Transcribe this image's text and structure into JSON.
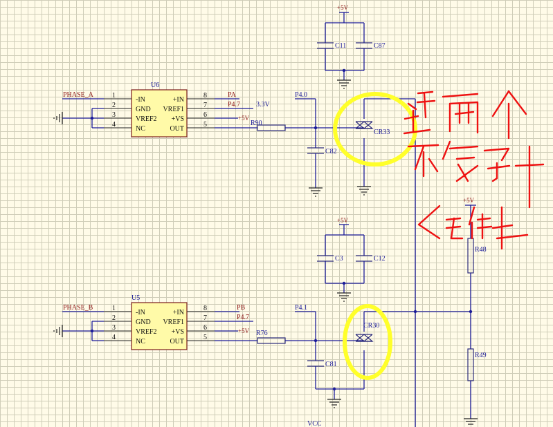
{
  "nets": {
    "phase_a": "PHASE_A",
    "phase_b": "PHASE_B",
    "pa": "PA",
    "pb": "PB",
    "p47_top": "P4.7",
    "p47_bot": "P4.7",
    "v33": "3.3V",
    "p40": "P4.0",
    "p41": "P4.1",
    "vcc": "VCC"
  },
  "power": {
    "p5v_c11": "+5V",
    "p5v_c3": "+5V",
    "p5v_u6": "+5V",
    "p5v_u5": "+5V",
    "p5v_r48": "+5V"
  },
  "components": {
    "u6": "U6",
    "u5": "U5",
    "r90": "R90",
    "r76": "R76",
    "c82": "C82",
    "c81": "C81",
    "c11": "C11",
    "c87": "C87",
    "c3": "C3",
    "c12": "C12",
    "cr33": "CR33",
    "cr30": "CR30",
    "r48": "R48",
    "r49": "R49"
  },
  "ic_pins": {
    "left_numbers": [
      "1",
      "2",
      "3",
      "4"
    ],
    "left_names": [
      "-IN",
      "GND",
      "VREF2",
      "NC"
    ],
    "right_numbers": [
      "8",
      "7",
      "6",
      "5"
    ],
    "right_names": [
      "+IN",
      "VREF1",
      "+VS",
      "OUT"
    ]
  },
  "highlight_color": "#ffff2a",
  "annotation_color": "#ee1111"
}
